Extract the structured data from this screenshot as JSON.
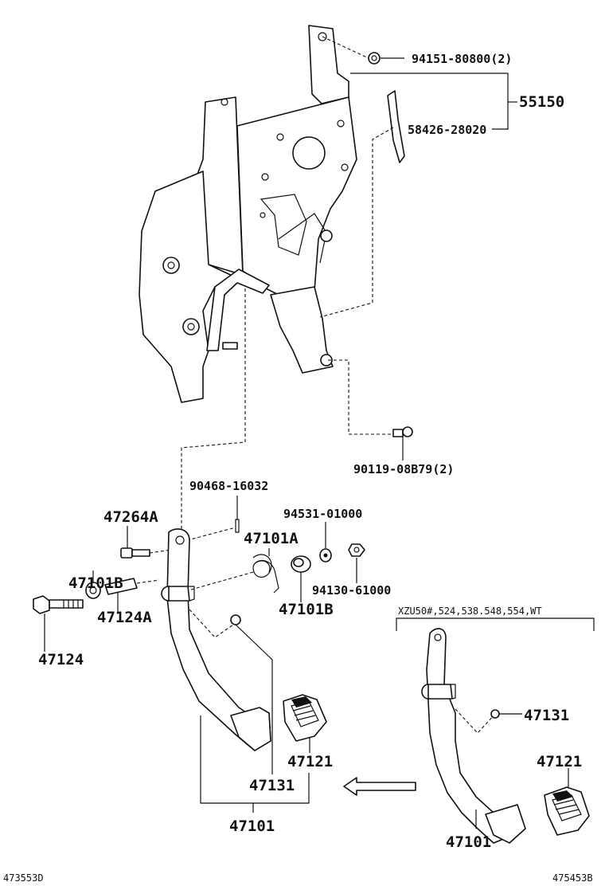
{
  "labels": {
    "nut_94151": "94151-80800(2)",
    "bracket_55150": "55150",
    "cushion_58426": "58426-28020",
    "bolt_90119": "90119-08B79(2)",
    "pin_90468": "90468-16032",
    "bushing_47264A": "47264A",
    "washer_94531": "94531-01000",
    "spring_47101A": "47101A",
    "nut_94130": "94130-61000",
    "bushing_47101B_left": "47101B",
    "bushing_47101B_right": "47101B",
    "collar_47124A": "47124A",
    "bolt_47124": "47124",
    "pad_47121_left": "47121",
    "stopper_47131_left": "47131",
    "pedal_47101_left": "47101",
    "variant_heading": "XZU50#,524,538.548,554,WT",
    "stopper_47131_right": "47131",
    "pad_47121_right": "47121",
    "pedal_47101_right": "47101",
    "footer_left": "473553D",
    "footer_right": "475453B"
  },
  "colors": {
    "line": "#111111",
    "background": "#ffffff"
  }
}
